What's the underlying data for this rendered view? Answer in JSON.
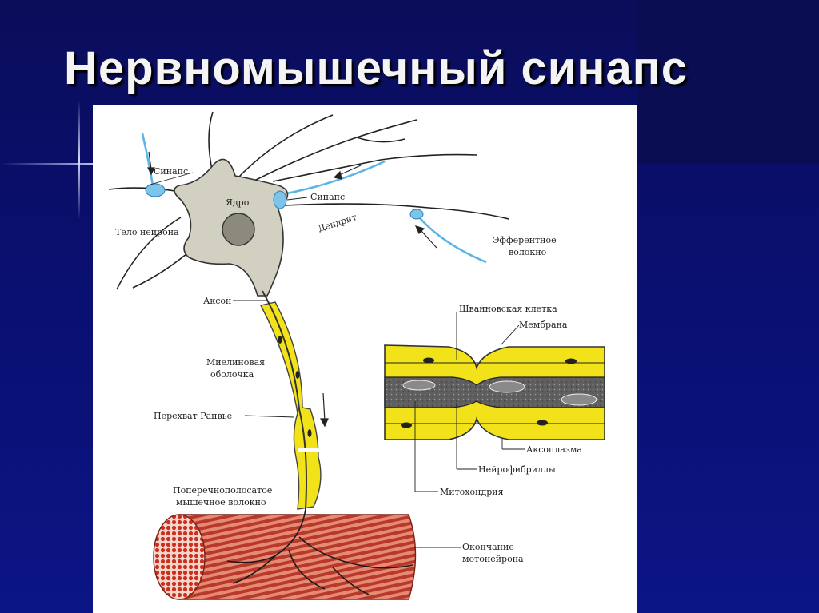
{
  "title": "Нервномышечный синапс",
  "labels": {
    "synapse_left": "Синапс",
    "nucleus": "Ядро",
    "synapse_right": "Синапс",
    "neuron_body": "Тело нейрона",
    "dendrite": "Дендрит",
    "efferent_1": "Эфферентное",
    "efferent_2": "волокно",
    "axon": "Аксон",
    "myelin_1": "Миелиновая",
    "myelin_2": "оболочка",
    "ranvier": "Перехват Ранвье",
    "schwann": "Шванновская клетка",
    "membrane": "Мембрана",
    "axoplasm": "Аксоплазма",
    "neurofibrils": "Нейрофибриллы",
    "mitochondria": "Митохондрия",
    "muscle_1": "Поперечнополосатое",
    "muscle_2": "мышечное волокно",
    "ending_1": "Окончание",
    "ending_2": "мотонейрона"
  },
  "colors": {
    "myelin": "#f2e21a",
    "neuron_body": "#d2d0c0",
    "synapse": "#7cc4ea",
    "axoplasm": "#5e5e5e",
    "muscle": "#d9614a"
  }
}
